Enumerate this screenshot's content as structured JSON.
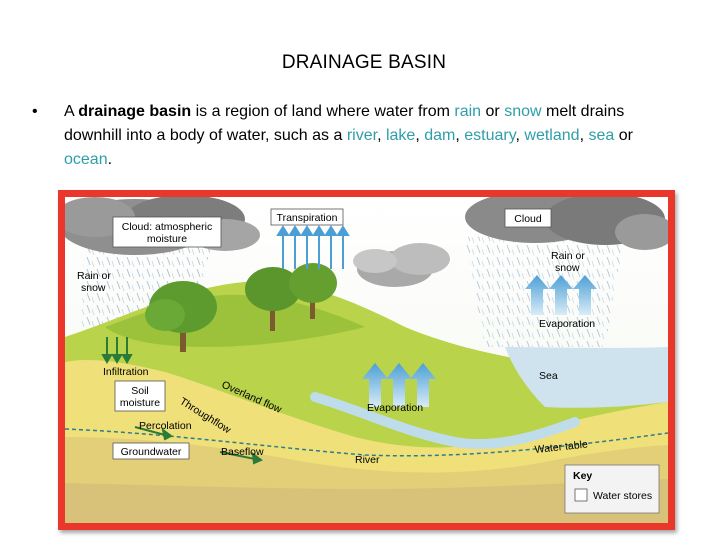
{
  "title": "DRAINAGE BASIN",
  "bullet": {
    "symbol": "•",
    "p1": "A ",
    "bold_term": "drainage basin",
    "p2": " is a region of land where water from ",
    "rain": "rain",
    "or1": " or ",
    "snow": "snow",
    "p3": " melt drains downhill into a body of water, such as a ",
    "river": "river",
    "c1": ", ",
    "lake": "lake",
    "c2": ", ",
    "dam": "dam",
    "c3": ", ",
    "estuary": "estuary",
    "c4": ", ",
    "wetland": "wetland",
    "c5": ", ",
    "sea": "sea",
    "or2": " or ",
    "ocean": "ocean",
    "end": "."
  },
  "diagram": {
    "cloud_left_line1": "Cloud: atmospheric",
    "cloud_left_line2": "moisture",
    "transpiration": "Transpiration",
    "cloud_right": "Cloud",
    "rain_left_line1": "Rain or",
    "rain_left_line2": "snow",
    "rain_right_line1": "Rain or",
    "rain_right_line2": "snow",
    "evaporation_right": "Evaporation",
    "sea": "Sea",
    "infiltration": "Infiltration",
    "soil_line1": "Soil",
    "soil_line2": "moisture",
    "overland_flow": "Overland flow",
    "throughflow": "Throughflow",
    "percolation": "Percolation",
    "evaporation_mid": "Evaporation",
    "groundwater": "Groundwater",
    "baseflow": "Baseflow",
    "river": "River",
    "water_table": "Water table",
    "key_title": "Key",
    "key_item": "Water stores"
  },
  "colors": {
    "frame_red": "#e9372b",
    "keyword_teal": "#2f9ea8",
    "land_green": "#b9d34a",
    "soil_yellow": "#efe07a",
    "water_blue": "#cfe3ef",
    "arrow_blue": "#6fb2dc",
    "cloud_gray": "#8f8f8f"
  }
}
